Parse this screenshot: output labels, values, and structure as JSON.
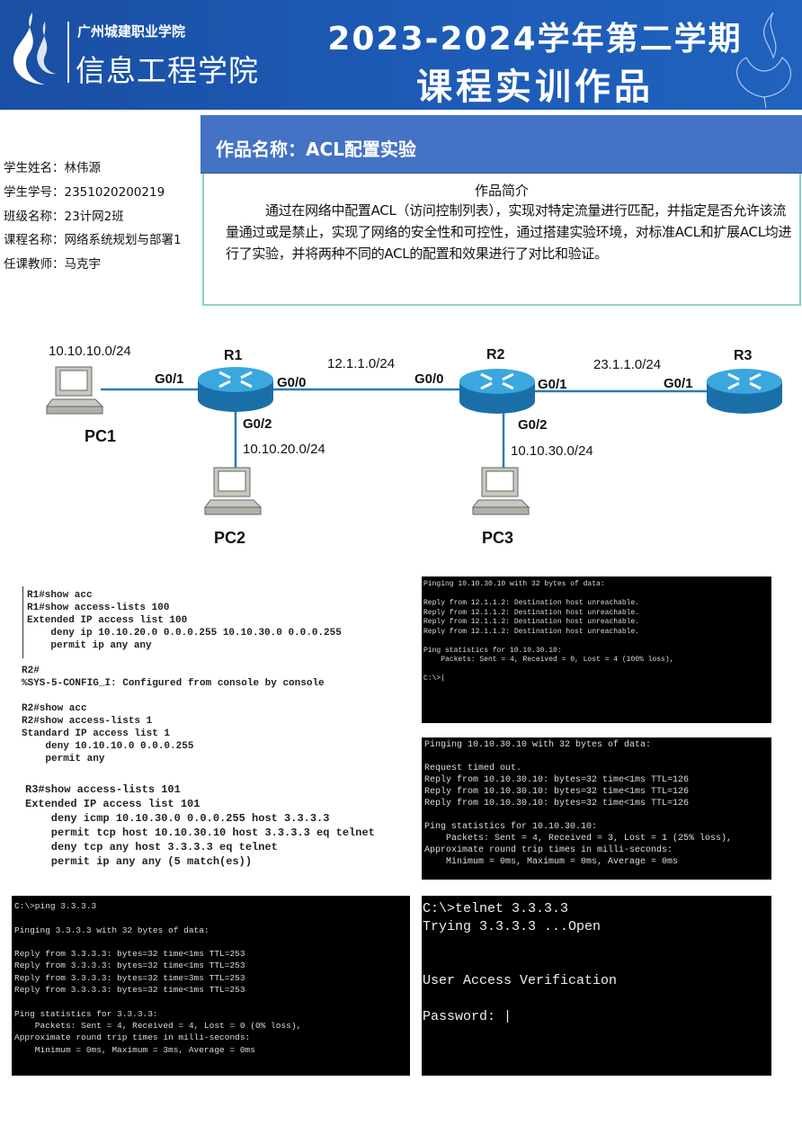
{
  "header": {
    "school": "广州城建职业学院",
    "college": "信息工程学院",
    "semester": "2023-2024学年第二学期",
    "title": "课程实训作品"
  },
  "student": {
    "name": "学生姓名：林伟源",
    "id": "学生学号：2351020200219",
    "class": "班级名称：23计网2班",
    "course": "课程名称：网络系统规划与部署1",
    "teacher": "任课教师：马克宇"
  },
  "work": {
    "title": "作品名称：ACL配置实验",
    "intro_heading": "作品简介",
    "intro_text": "通过在网络中配置ACL（访问控制列表），实现对特定流量进行匹配，并指定是否允许该流量通过或是禁止，实现了网络的安全性和可控性，通过搭建实验环境，对标准ACL和扩展ACL均进行了实验，并将两种不同的ACL的配置和效果进行了对比和验证。"
  },
  "topology": {
    "net_pc1": "10.10.10.0/24",
    "r1": "R1",
    "r2": "R2",
    "r3": "R3",
    "pc1": "PC1",
    "pc2": "PC2",
    "pc3": "PC3",
    "r1_g01": "G0/1",
    "r1_g00": "G0/0",
    "r1_g02": "G0/2",
    "net_r1r2": "12.1.1.0/24",
    "r2_g00": "G0/0",
    "r2_g01": "G0/1",
    "r2_g02": "G0/2",
    "net_r2r3": "23.1.1.0/24",
    "r3_g01": "G0/1",
    "net_pc2": "10.10.20.0/24",
    "net_pc3": "10.10.30.0/24"
  },
  "config": {
    "r1": [
      "R1#show acc",
      "R1#show access-lists 100",
      "Extended IP access list 100",
      "    deny ip 10.10.20.0 0.0.0.255 10.10.30.0 0.0.0.255",
      "    permit ip any any"
    ],
    "r2": [
      "R2#",
      "%SYS-5-CONFIG_I: Configured from console by console",
      "",
      "R2#show acc",
      "R2#show access-lists 1",
      "Standard IP access list 1",
      "    deny 10.10.10.0 0.0.0.255",
      "    permit any"
    ],
    "r3": [
      "R3#show access-lists 101",
      "Extended IP access list 101",
      "    deny icmp 10.10.30.0 0.0.0.255 host 3.3.3.3",
      "    permit tcp host 10.10.30.10 host 3.3.3.3 eq telnet",
      "    deny tcp any host 3.3.3.3 eq telnet",
      "    permit ip any any (5 match(es))"
    ]
  },
  "terminals": {
    "t1": [
      "Pinging 10.10.30.10 with 32 bytes of data:",
      "",
      "Reply from 12.1.1.2: Destination host unreachable.",
      "Reply from 12.1.1.2: Destination host unreachable.",
      "Reply from 12.1.1.2: Destination host unreachable.",
      "Reply from 12.1.1.2: Destination host unreachable.",
      "",
      "Ping statistics for 10.10.30.10:",
      "    Packets: Sent = 4, Received = 0, Lost = 4 (100% loss),",
      "",
      "C:\\>|"
    ],
    "t2": [
      "Pinging 10.10.30.10 with 32 bytes of data:",
      "",
      "Request timed out.",
      "Reply from 10.10.30.10: bytes=32 time<1ms TTL=126",
      "Reply from 10.10.30.10: bytes=32 time<1ms TTL=126",
      "Reply from 10.10.30.10: bytes=32 time<1ms TTL=126",
      "",
      "Ping statistics for 10.10.30.10:",
      "    Packets: Sent = 4, Received = 3, Lost = 1 (25% loss),",
      "Approximate round trip times in milli-seconds:",
      "    Minimum = 0ms, Maximum = 0ms, Average = 0ms"
    ],
    "t3": [
      "C:\\>ping 3.3.3.3",
      "",
      "Pinging 3.3.3.3 with 32 bytes of data:",
      "",
      "Reply from 3.3.3.3: bytes=32 time<1ms TTL=253",
      "Reply from 3.3.3.3: bytes=32 time<1ms TTL=253",
      "Reply from 3.3.3.3: bytes=32 time=3ms TTL=253",
      "Reply from 3.3.3.3: bytes=32 time<1ms TTL=253",
      "",
      "Ping statistics for 3.3.3.3:",
      "    Packets: Sent = 4, Received = 4, Lost = 0 (0% loss),",
      "Approximate round trip times in milli-seconds:",
      "    Minimum = 0ms, Maximum = 3ms, Average = 0ms"
    ],
    "t4": [
      "C:\\>telnet 3.3.3.3",
      "Trying 3.3.3.3 ...Open",
      "",
      "",
      "User Access Verification",
      "",
      "Password: |"
    ]
  }
}
